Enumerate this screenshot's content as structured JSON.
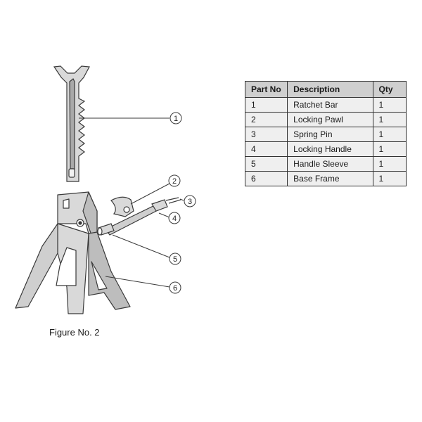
{
  "figure": {
    "caption": "Figure No. 2",
    "callouts": [
      "1",
      "2",
      "3",
      "4",
      "5",
      "6"
    ]
  },
  "parts_table": {
    "headers": [
      "Part No",
      "Description",
      "Qty"
    ],
    "rows": [
      [
        "1",
        "Ratchet Bar",
        "1"
      ],
      [
        "2",
        "Locking Pawl",
        "1"
      ],
      [
        "3",
        "Spring Pin",
        "1"
      ],
      [
        "4",
        "Locking Handle",
        "1"
      ],
      [
        "5",
        "Handle Sleeve",
        "1"
      ],
      [
        "6",
        "Base Frame",
        "1"
      ]
    ]
  },
  "colors": {
    "part_fill": "#d9d9d9",
    "part_dark": "#a9a9a9",
    "outline": "#3a3a3a",
    "table_header": "#cfcfcf",
    "table_cell": "#efefef"
  }
}
